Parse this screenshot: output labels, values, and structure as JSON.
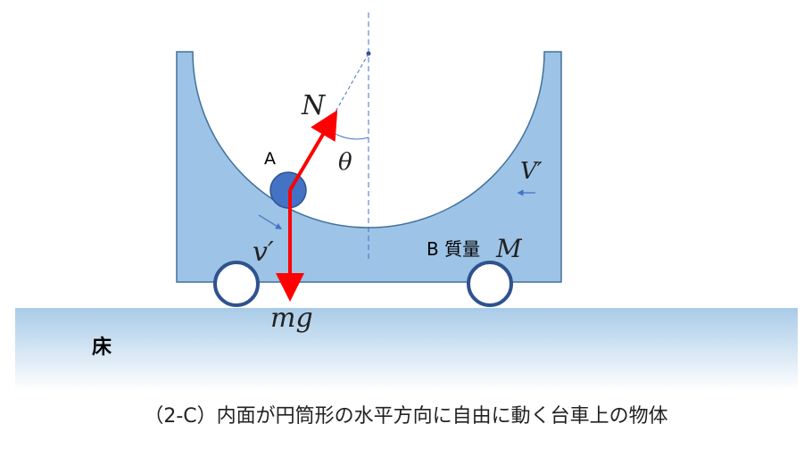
{
  "labels": {
    "ball": "A",
    "normal_force": "N",
    "angle": "θ",
    "cart_velocity": "V′",
    "ball_velocity": "v′",
    "cart_label": "B 質量",
    "cart_mass": "M",
    "gravity_force": "mg",
    "floor": "床"
  },
  "caption": "（2-C）内面が円筒形の水平方向に自由に動く台車上の物体",
  "colors": {
    "cart_fill": "#9dc3e6",
    "cart_stroke": "#41719c",
    "ball_fill": "#4472c4",
    "force_arrow": "#ff0000",
    "wheel_stroke": "#2f528f",
    "floor_top": "#9dc3e6",
    "floor_bottom": "#ffffff"
  }
}
